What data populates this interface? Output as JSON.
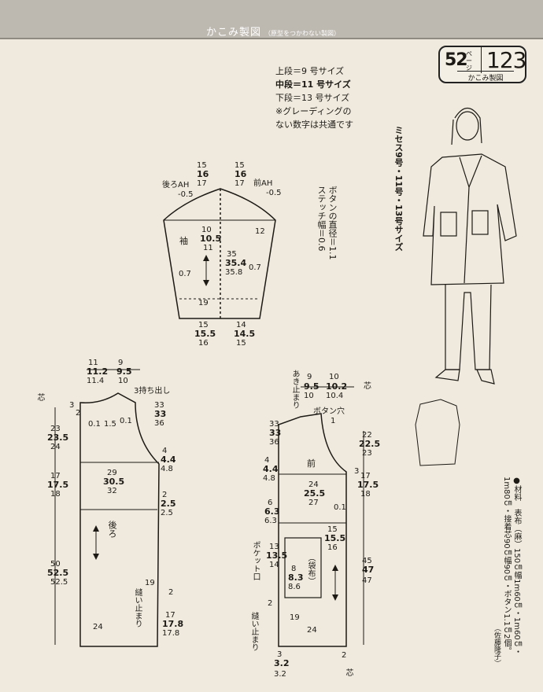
{
  "header": {
    "title": "かこみ製図",
    "subtitle": "（原型をつかわない製図）"
  },
  "badge": {
    "page": "52",
    "page_suffix": "ページ",
    "number": "123",
    "caption": "かこみ製図"
  },
  "size_notes": {
    "line1": "上段＝9 号サイズ",
    "line2": "中段＝11 号サイズ",
    "line3": "下段＝13 号サイズ",
    "line4": "※グレーディングの",
    "line5": "ない数字は共通です"
  },
  "size_label": "ミセス9号・11号・13号サイズ",
  "button_note": {
    "col1": "ボタンの直径＝1.1",
    "col2": "ステッチ幅＝0.6"
  },
  "materials": {
    "col1": "●材料　表布（麻）150㎝幅1m60㎝・1m60㎝・",
    "col2": "1m80㎝・接着芯90㎝幅90㎝・ボタン1.1㎝2個。",
    "col3": "（佐藤隆子）"
  },
  "sleeve": {
    "name": "袖",
    "back_ah": "後ろAH",
    "front_ah": "前AH",
    "back_ah_adj": "-0.5",
    "front_ah_adj": "-0.5",
    "top_left": [
      "15",
      "16",
      "17"
    ],
    "top_right": [
      "15",
      "16",
      "17"
    ],
    "cap_height": "12",
    "mid_width": [
      "10",
      "10.5",
      "11"
    ],
    "sleeve_length": [
      "35",
      "35.4",
      "35.8"
    ],
    "left_slope": "0.7",
    "right_slope": "0.7",
    "hem_height": "19",
    "bottom_left": [
      "15",
      "15.5",
      "16"
    ],
    "bottom_right": [
      "14",
      "14.5",
      "15"
    ]
  },
  "back": {
    "name": "後ろ",
    "top_left": [
      "11",
      "11.2",
      "11.4"
    ],
    "top_right": [
      "9",
      "9.5",
      "10"
    ],
    "shoulder_extension": "3持ち出し",
    "interfacing": "芯",
    "neck_depth": "3",
    "neck_adj_a": "2",
    "neck_small": [
      "0.1",
      "1.5",
      "0.1"
    ],
    "shoulder_drop": [
      "33",
      "33",
      "36"
    ],
    "armhole_depth": [
      "23",
      "23.5",
      "24"
    ],
    "side_curve": [
      "4",
      "4.4",
      "4.8"
    ],
    "bust_width": [
      "29",
      "30.5",
      "32"
    ],
    "waist_to_bust": [
      "17",
      "17.5",
      "18"
    ],
    "side_inset": [
      "2",
      "2.5",
      "2.5"
    ],
    "hem_length": [
      "50",
      "52.5",
      "52.5"
    ],
    "slit_label": "縫い止まり",
    "slit_start": "19",
    "slit_adj": "2",
    "slit_len": [
      "17",
      "17.8",
      "17.8"
    ],
    "hem_width": "24"
  },
  "front": {
    "name": "前",
    "top_left": [
      "9",
      "9.5",
      "10"
    ],
    "top_right": [
      "10",
      "10.2",
      "10.4"
    ],
    "opening_stop": "あき止まり",
    "interfacing": "芯",
    "buttonhole": "ボタン穴",
    "neck_small": "1",
    "shoulder_drop": [
      "33",
      "33",
      "36"
    ],
    "side_curve": [
      "4",
      "4.4",
      "4.8"
    ],
    "bust_width": [
      "24",
      "25.5",
      "27"
    ],
    "front_length": [
      "22",
      "22.5",
      "23"
    ],
    "adj_small": "0.1",
    "waist_to_bust": [
      "17",
      "17.5",
      "18"
    ],
    "pocket_pos": [
      "6",
      "6.3",
      "6.3"
    ],
    "pocket_width": [
      "15",
      "15.5",
      "16"
    ],
    "pocket_mouth_label": "ポケット口",
    "pocket_mouth": [
      "13",
      "13.5",
      "14"
    ],
    "pocket_name": "（袋布）",
    "pocket_depth": [
      "8",
      "8.3",
      "8.6"
    ],
    "hem_length": [
      "45",
      "47",
      "47"
    ],
    "slit_label": "縫い止まり",
    "slit_start": "19",
    "slit_adj": "2",
    "hem_width": "24",
    "bottom_width": [
      "3",
      "3.2",
      "3.2"
    ],
    "bottom_adj": "2",
    "bottom_interfacing": "芯",
    "side_num": "3"
  }
}
